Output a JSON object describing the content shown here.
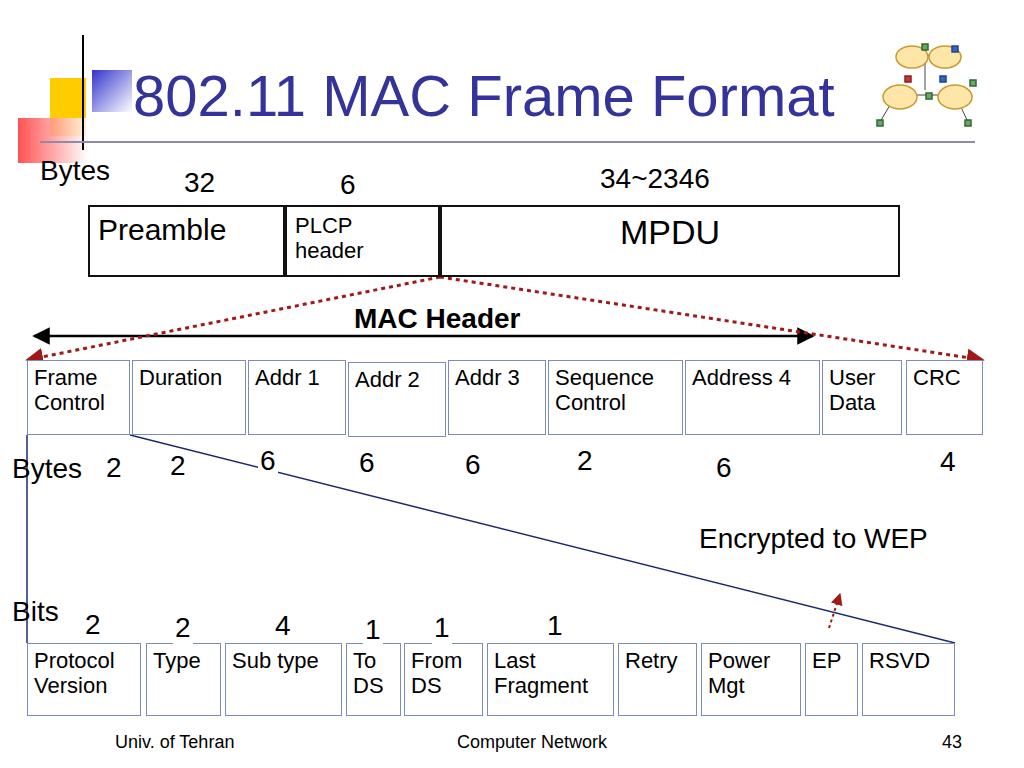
{
  "diagram": {
    "title": "802.11 MAC Frame Format",
    "nodes": [
      {
        "text": [
          "Preamble"
        ]
      },
      {
        "text": [
          "PLCP header"
        ]
      },
      {
        "text": [
          "MPDU"
        ]
      },
      {
        "text": [
          "Frame Control"
        ]
      },
      {
        "text": [
          "Duration"
        ]
      },
      {
        "text": [
          "Addr 1"
        ]
      },
      {
        "text": [
          "Addr 2"
        ]
      },
      {
        "text": [
          "Addr 3"
        ]
      },
      {
        "text": [
          "Sequence Control"
        ]
      },
      {
        "text": [
          "Address 4"
        ]
      },
      {
        "text": [
          "User Data"
        ]
      },
      {
        "text": [
          "CRC"
        ]
      },
      {
        "text": [
          "Protocol Version"
        ]
      },
      {
        "text": [
          "Type"
        ]
      },
      {
        "text": [
          "Sub type"
        ]
      },
      {
        "text": [
          "To DS"
        ]
      },
      {
        "text": [
          "From DS"
        ]
      },
      {
        "text": [
          "Last Fragment"
        ]
      },
      {
        "text": [
          "Retry"
        ]
      },
      {
        "text": [
          "Power Mgt"
        ]
      },
      {
        "text": [
          "EP"
        ]
      },
      {
        "text": [
          "RSVD"
        ]
      }
    ],
    "edges": [
      {
        "from": 2,
        "to": 3,
        "arrow": "to"
      },
      {
        "from": 2,
        "to": 11,
        "arrow": "to"
      },
      {
        "from": 3,
        "to": 12,
        "arrow": "none"
      },
      {
        "from": 3,
        "to": 21,
        "arrow": "none"
      }
    ],
    "labels": [
      "Bytes",
      "32",
      "6",
      "34~2346",
      "MAC Header",
      "Bytes",
      "2",
      "2",
      "6",
      "6",
      "6",
      "2",
      "6",
      "4",
      "Encrypted to WEP",
      "Bits",
      "2",
      "2",
      "4",
      "1",
      "1",
      "1",
      "Univ. of Tehran",
      "Computer Network",
      "43"
    ]
  }
}
